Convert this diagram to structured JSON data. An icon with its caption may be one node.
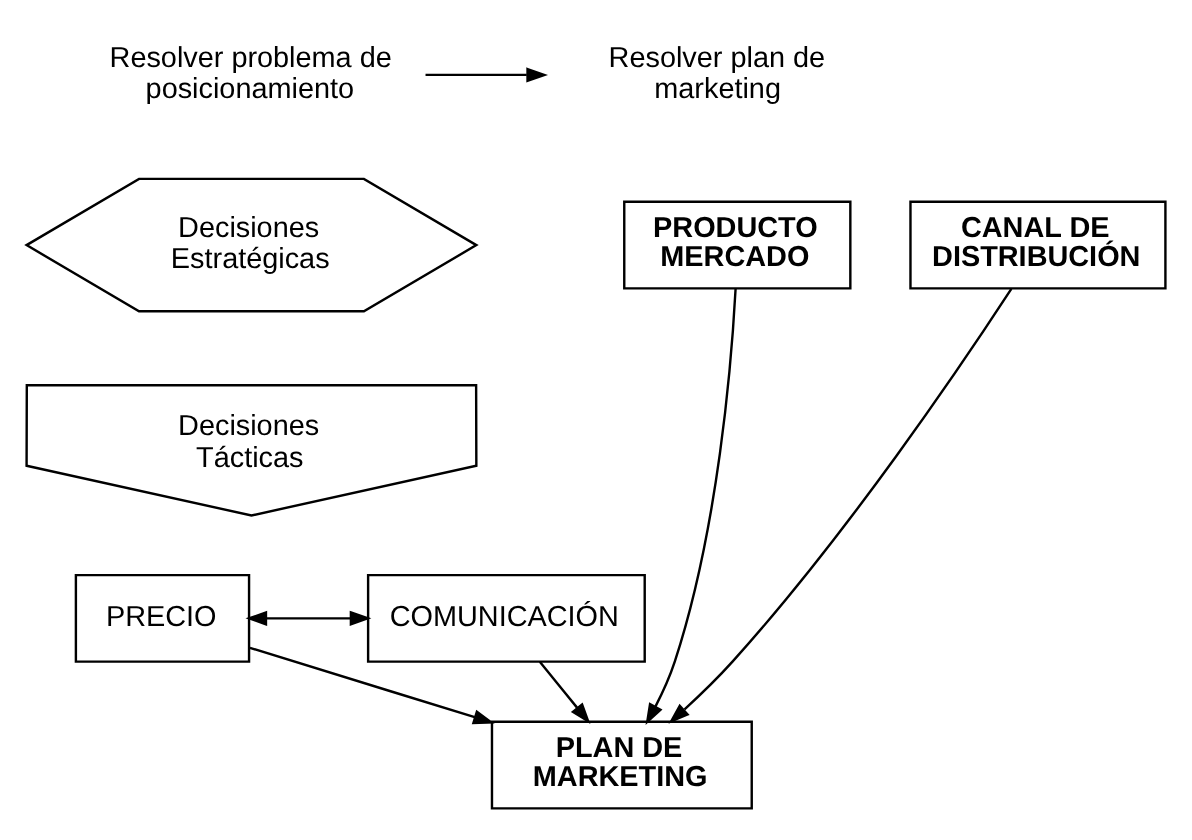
{
  "diagram": {
    "nodes": [
      {
        "text": [
          "Resolver problema de posicionamiento"
        ]
      },
      {
        "text": [
          "Resolver plan de marketing"
        ]
      },
      {
        "text": [
          "PRODUCTO MERCADO"
        ]
      },
      {
        "text": [
          "Decisiones Estratégicas"
        ]
      },
      {
        "text": [
          "CANAL DE DISTRIBUCIÓN"
        ]
      },
      {
        "text": [
          "Decisiones Tácticas"
        ]
      },
      {
        "text": [
          "PRECIO"
        ]
      },
      {
        "text": [
          "COMUNICACIÓN"
        ]
      },
      {
        "text": [
          "PLAN DE MARKETING"
        ]
      }
    ],
    "edges": [
      {
        "from": 0,
        "to": 1,
        "arrow": "to"
      },
      {
        "from": 6,
        "to": 7,
        "arrow": "both"
      },
      {
        "from": 6,
        "to": 8,
        "arrow": "to"
      },
      {
        "from": 7,
        "to": 8,
        "arrow": "to"
      },
      {
        "from": 2,
        "to": 8,
        "arrow": "to"
      },
      {
        "from": 4,
        "to": 8,
        "arrow": "to"
      }
    ]
  }
}
